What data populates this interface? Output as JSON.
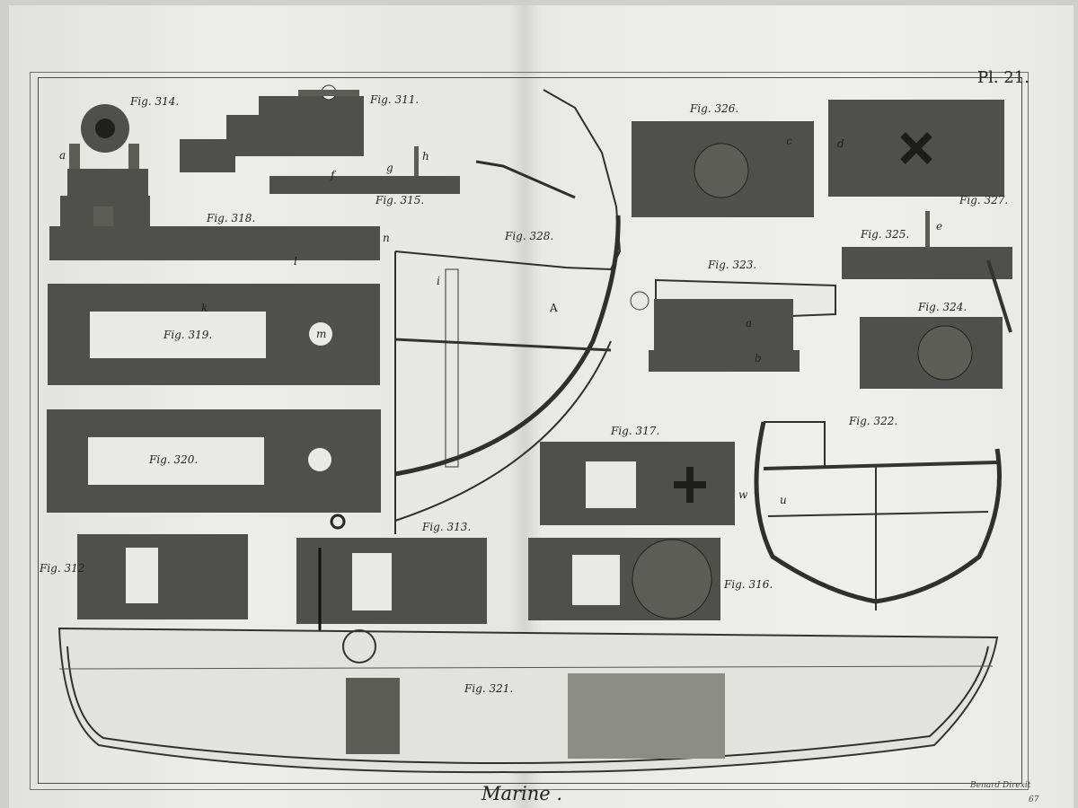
{
  "plate": {
    "plate_number": "Pl. 21.",
    "title": "Marine .",
    "engraver": "Benard Direxit",
    "page_number": "67"
  },
  "figures": [
    {
      "id": "fig-314",
      "label": "Fig. 314."
    },
    {
      "id": "fig-311",
      "label": "Fig. 311."
    },
    {
      "id": "fig-315",
      "label": "Fig. 315."
    },
    {
      "id": "fig-318",
      "label": "Fig. 318."
    },
    {
      "id": "fig-319",
      "label": "Fig. 319."
    },
    {
      "id": "fig-320",
      "label": "Fig. 320."
    },
    {
      "id": "fig-312",
      "label": "Fig. 312"
    },
    {
      "id": "fig-313",
      "label": "Fig. 313."
    },
    {
      "id": "fig-328",
      "label": "Fig. 328."
    },
    {
      "id": "fig-326",
      "label": "Fig. 326."
    },
    {
      "id": "fig-327",
      "label": "Fig. 327."
    },
    {
      "id": "fig-325",
      "label": "Fig. 325."
    },
    {
      "id": "fig-323",
      "label": "Fig. 323."
    },
    {
      "id": "fig-324",
      "label": "Fig. 324."
    },
    {
      "id": "fig-317",
      "label": "Fig. 317."
    },
    {
      "id": "fig-322",
      "label": "Fig. 322."
    },
    {
      "id": "fig-316",
      "label": "Fig. 316."
    },
    {
      "id": "fig-321",
      "label": "Fig.  321."
    }
  ],
  "letters": [
    "a",
    "b",
    "c",
    "d",
    "e",
    "f",
    "g",
    "h",
    "i",
    "k",
    "l",
    "m",
    "n",
    "w",
    "u",
    "A"
  ]
}
